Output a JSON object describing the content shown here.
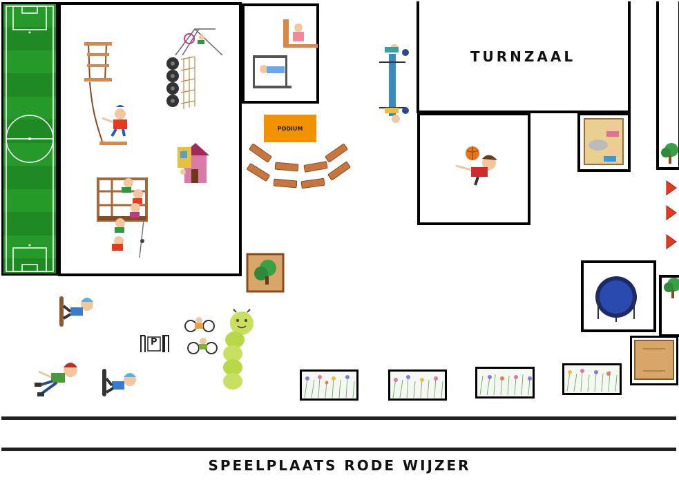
{
  "map_title": "SPEELPLAATS RODE WIJZER",
  "buildings": {
    "gym_label": "TURNZAAL",
    "stage_label": "PODIUM"
  },
  "parking_sign": "P",
  "colors": {
    "field_green": "#1f8a24",
    "field_stripe": "#26992b",
    "stage_orange": "#f39200",
    "wood": "#c8763f",
    "warning_red": "#e53a1e",
    "caterpillar": "#b8d84a"
  },
  "icons": [
    "soccer-field-icon",
    "rope-ladder-icon",
    "swing-icon",
    "tire-wall-icon",
    "playhouse-icon",
    "climbing-tower-icon",
    "sandbox-tree-icon",
    "ping-pong-table-icon",
    "basketball-player-icon",
    "sandpit-kids-icon",
    "trampoline-icon",
    "skateboarder-icon",
    "rollerskater-icon",
    "bike-rack-icon",
    "cyclists-icon",
    "caterpillar-tunnel-icon",
    "flower-planter-icon",
    "tree-icon",
    "warning-arrow-icon",
    "wooden-box-icon"
  ]
}
